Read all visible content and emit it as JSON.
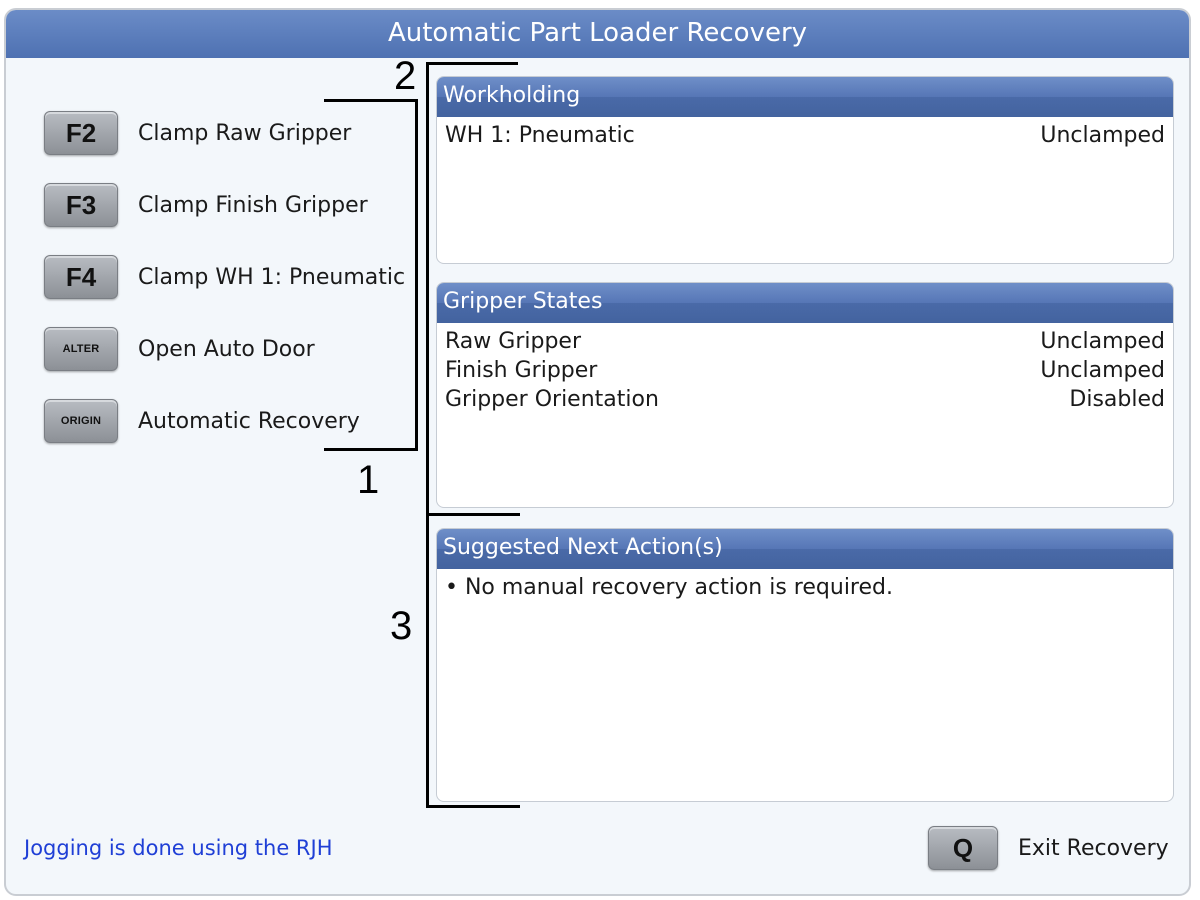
{
  "window": {
    "title": "Automatic Part Loader Recovery"
  },
  "keys": [
    {
      "key": "F2",
      "label": "Clamp Raw Gripper",
      "name": "clamp-raw-gripper-button"
    },
    {
      "key": "F3",
      "label": "Clamp Finish Gripper",
      "name": "clamp-finish-gripper-button"
    },
    {
      "key": "F4",
      "label": "Clamp WH 1: Pneumatic",
      "name": "clamp-wh1-pneumatic-button"
    },
    {
      "key": "ALTER",
      "label": "Open Auto Door",
      "name": "open-auto-door-button"
    },
    {
      "key": "ORIGIN",
      "label": "Automatic Recovery",
      "name": "automatic-recovery-button"
    }
  ],
  "workholding": {
    "title": "Workholding",
    "rows": [
      {
        "name": "WH 1: Pneumatic",
        "state": "Unclamped"
      }
    ]
  },
  "gripper_states": {
    "title": "Gripper States",
    "rows": [
      {
        "name": "Raw Gripper",
        "state": "Unclamped"
      },
      {
        "name": "Finish Gripper",
        "state": "Unclamped"
      },
      {
        "name": "Gripper Orientation",
        "state": "Disabled"
      }
    ]
  },
  "suggested": {
    "title": "Suggested Next Action(s)",
    "items": [
      "• No manual recovery action is required."
    ]
  },
  "footer": {
    "note": "Jogging is done using the RJH",
    "exit_key": "Q",
    "exit_label": "Exit Recovery"
  },
  "callouts": {
    "one": "1",
    "two": "2",
    "three": "3"
  },
  "colors": {
    "title_bar": "#4e71b2",
    "panel_header": "#4a6aa8",
    "note_text": "#1f3fd6"
  }
}
